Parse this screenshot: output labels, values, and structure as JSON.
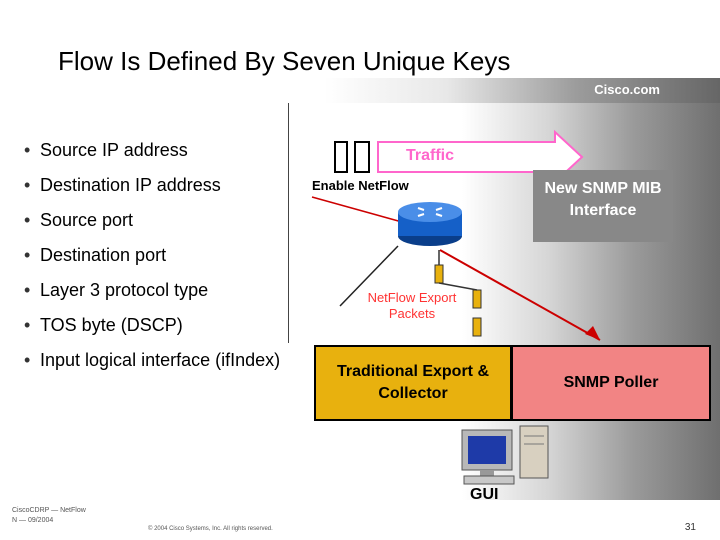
{
  "slide": {
    "title": "Flow Is Defined By Seven Unique Keys",
    "brand": "Cisco.com",
    "page_number": "31"
  },
  "bullets": [
    "Source IP address",
    "Destination IP address",
    "Source port",
    "Destination port",
    "Layer 3 protocol type",
    "TOS byte (DSCP)",
    "Input logical interface (ifIndex)"
  ],
  "diagram": {
    "traffic": "Traffic",
    "enable": "Enable NetFlow",
    "mib": "New SNMP MIB Interface",
    "export": "NetFlow Export Packets",
    "collector": "Traditional Export & Collector",
    "poller": "SNMP Poller",
    "gui": "GUI"
  },
  "footer": {
    "left_line1": "CiscoCDRP — NetFlow",
    "left_line2": "N — 09/2004",
    "copyright": "© 2004 Cisco Systems, Inc. All rights reserved."
  },
  "colors": {
    "collector_fill": "#e8b10e",
    "poller_fill": "#f28484",
    "traffic_arrow": "#ff66cc",
    "router": "#1560c8"
  },
  "icons": [
    "router-icon",
    "computer-icon",
    "server-icon",
    "traffic-arrow-icon"
  ]
}
